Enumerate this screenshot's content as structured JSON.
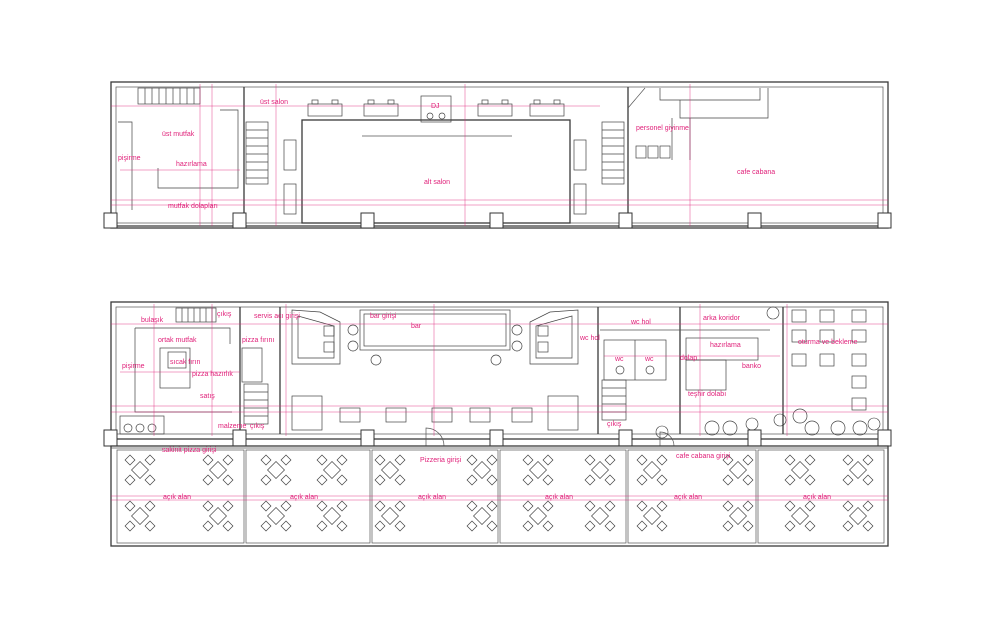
{
  "plan": {
    "upper_floor": {
      "labels": {
        "ust_mutfak": "üst mutfak",
        "pisirme": "pişirme",
        "hazirlama": "hazırlama",
        "mutfak_dolaplari": "mutfak dolapları",
        "ust_salon": "üst salon",
        "alt_salon": "alt salon",
        "dj": "DJ",
        "personel_giyinme": "personel giyinme",
        "cafe_cabana": "cafe cabana"
      }
    },
    "ground_floor": {
      "labels": {
        "bulasik": "bulaşık",
        "ortak_mutfak": "ortak mutfak",
        "pisirme": "pişirme",
        "sicak_firin": "sıcak fırın",
        "pizza_hazirlik": "pizza hazırlık",
        "satis": "satış",
        "malzeme": "malzeme",
        "cikis": "çıkış",
        "pizza_firini": "pizza fırını",
        "servis_aci_girisi": "servis açı girişi",
        "bar_girisi": "bar girişi",
        "bar": "bar",
        "wc_hol_left": "wc hol",
        "wc_hol_right": "wc hol",
        "wc_1": "wc",
        "wc_2": "wc",
        "arka_koridor": "arka koridor",
        "hazirlama": "hazırlama",
        "banko": "banko",
        "teshir_dolabi": "teşhir dolabı",
        "oturma": "oturma ve bekleme",
        "cikis_left": "çıkış",
        "cikis_right": "çıkış",
        "dolap": "dolap"
      },
      "terrace": {
        "pizza_giris": "sakinit pizza girişi",
        "pizzeria_giris": "Pizzeria girişi",
        "cafe_cabana_giris": "cafe cabana girişi",
        "acik_alan": "açık alan"
      }
    }
  }
}
